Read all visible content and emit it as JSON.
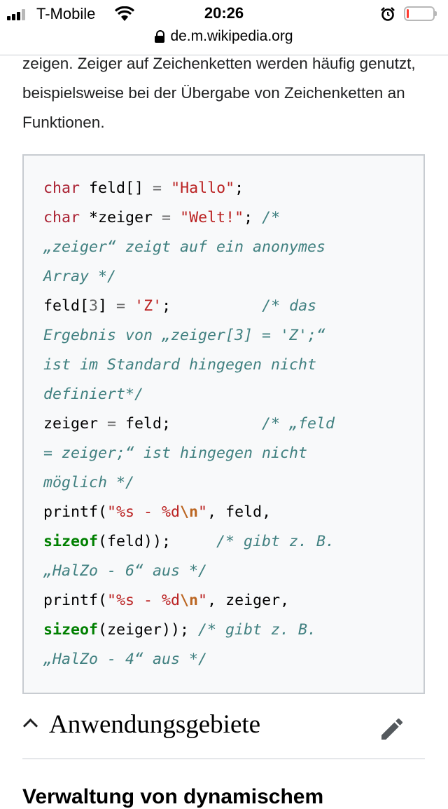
{
  "status_bar": {
    "carrier": "T-Mobile",
    "time": "20:26",
    "battery_level": 0.08
  },
  "browser": {
    "url": "de.m.wikipedia.org"
  },
  "article": {
    "paragraph_tail": "zeigen. Zeiger auf Zeichenketten werden häufig genutzt, beispielsweise bei der Übergabe von Zeichenketten an Funktionen.",
    "code": {
      "char_kw": "char",
      "l1_a": " feld[] ",
      "eq": "=",
      "str_hallo": "\"Hallo\"",
      "semi": ";",
      "l2_a": " *zeiger ",
      "str_welt": "\"Welt!\"",
      "l2_semi": "; ",
      "c1_l1": "/*",
      "c1_l2": "„zeiger“ zeigt auf ein anonymes",
      "c1_l3": "Array */",
      "l5_a": "feld[",
      "l5_num": "3",
      "l5_b": "] ",
      "str_z": "'Z'",
      "l5_pad": ";          ",
      "c2_l1": "/* das",
      "c2_l2": "Ergebnis von „zeiger[3] = 'Z';“",
      "c2_l3": "ist im Standard hingegen nicht",
      "c2_l4": "definiert*/",
      "l9_a": "zeiger ",
      "l9_b": " feld;          ",
      "c3_l1": "/* „feld",
      "c3_l2": "= zeiger;“ ist hingegen nicht",
      "c3_l3": "möglich */",
      "printf": "printf(",
      "fmt_a": "\"%s - %d",
      "fmt_esc": "\\n",
      "fmt_b": "\"",
      "p1_rest": ", feld,",
      "sizeof": "sizeof",
      "p1_arg": "(feld));     ",
      "c4_l1": "/* gibt z. B.",
      "c4_l2": "„HalZo - 6“ aus */",
      "p2_rest": ", zeiger,",
      "p2_arg": "(zeiger)); ",
      "c5_l1": "/* gibt z. B.",
      "c5_l2": "„HalZo - 4“ aus */"
    },
    "section_heading": "Anwendungsgebiete",
    "next_heading": "Verwaltung von dynamischem"
  },
  "icons": {
    "chevron": "chevron-up-icon",
    "edit": "pencil-icon"
  }
}
